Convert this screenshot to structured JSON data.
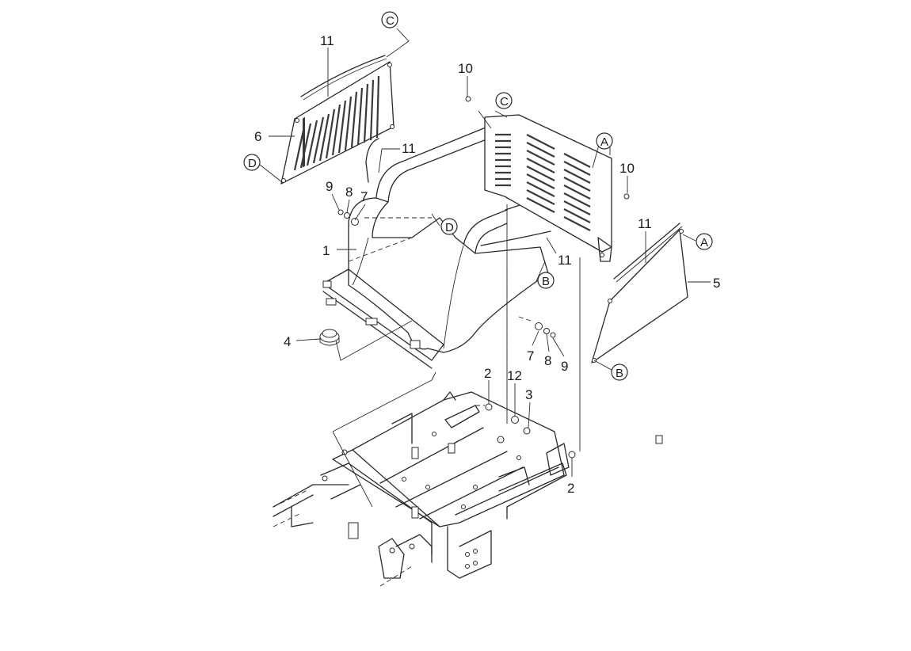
{
  "diagram": {
    "part_numbers": {
      "p1": "1",
      "p2a": "2",
      "p2b": "2",
      "p3": "3",
      "p4": "4",
      "p5": "5",
      "p6": "6",
      "p7a": "7",
      "p7b": "7",
      "p8a": "8",
      "p8b": "8",
      "p9a": "9",
      "p9b": "9",
      "p10a": "10",
      "p10b": "10",
      "p11a": "11",
      "p11b": "11",
      "p11c": "11",
      "p11d": "11",
      "p12": "12"
    },
    "reference_marks": {
      "a1": "A",
      "a2": "A",
      "b1": "B",
      "b2": "B",
      "c1": "C",
      "c2": "C",
      "d1": "D",
      "d2": "D"
    },
    "colors": {
      "line": "#2a2a2a",
      "background": "#ffffff"
    }
  }
}
